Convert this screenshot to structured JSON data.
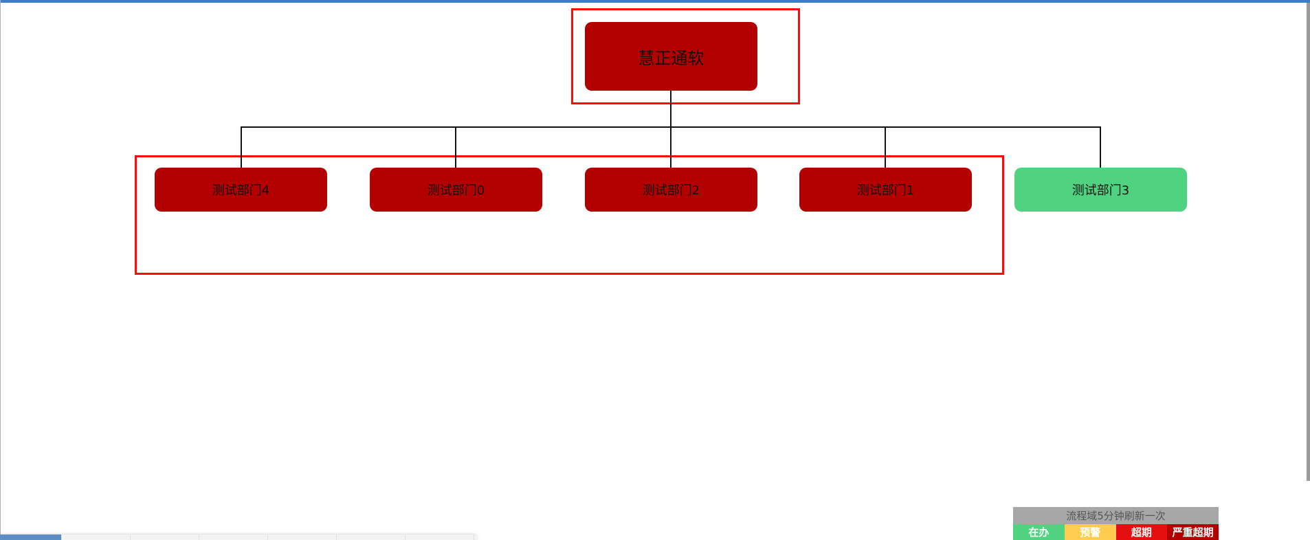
{
  "org_chart": {
    "root": {
      "label": "慧正通软",
      "status": "severe-overdue"
    },
    "children": [
      {
        "label": "测试部门4",
        "status": "severe-overdue"
      },
      {
        "label": "测试部门0",
        "status": "severe-overdue"
      },
      {
        "label": "测试部门2",
        "status": "severe-overdue"
      },
      {
        "label": "测试部门1",
        "status": "severe-overdue"
      },
      {
        "label": "测试部门3",
        "status": "in-progress"
      }
    ]
  },
  "legend": {
    "title": "流程域5分钟刷新一次",
    "items": [
      {
        "label": "在办",
        "color": "#4fd380"
      },
      {
        "label": "预警",
        "color": "#ffcc4d"
      },
      {
        "label": "超期",
        "color": "#e60f0f"
      },
      {
        "label": "严重超期",
        "color": "#b30000"
      }
    ]
  },
  "colors": {
    "accent_bar": "#3b7fc0",
    "highlight_box": "#ff0a0a",
    "node_red": "#b30000",
    "node_green": "#4fd380"
  }
}
